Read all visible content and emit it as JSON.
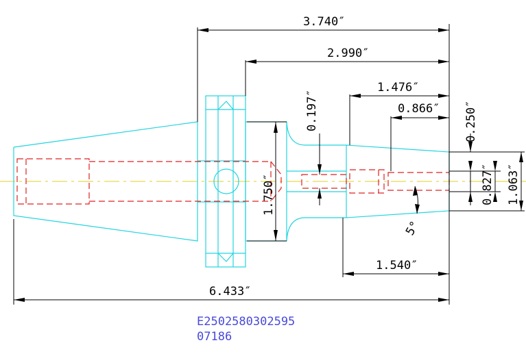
{
  "drawing": {
    "dimensions": {
      "overall_top": "3.740″",
      "flange_to_end": "2.990″",
      "bore_depth": "1.476″",
      "inner_bore_depth": "0.866″",
      "neck_length": "1.540″",
      "overall_length": "6.433″",
      "flange_diameter": "1.750″",
      "drawbar_hole": "0.197″",
      "wall_offset": "0.250″",
      "bore_diameter": "0.827″",
      "nose_diameter": "1.063″",
      "taper_angle": "5°"
    },
    "part_number": "E2502580302595",
    "part_code": "07186"
  },
  "colors": {
    "outline": "#22d4e0",
    "hidden_lines": "#e02020",
    "center_line": "#e0d020",
    "dimension": "#000000",
    "id_text": "#4a4ad8"
  }
}
